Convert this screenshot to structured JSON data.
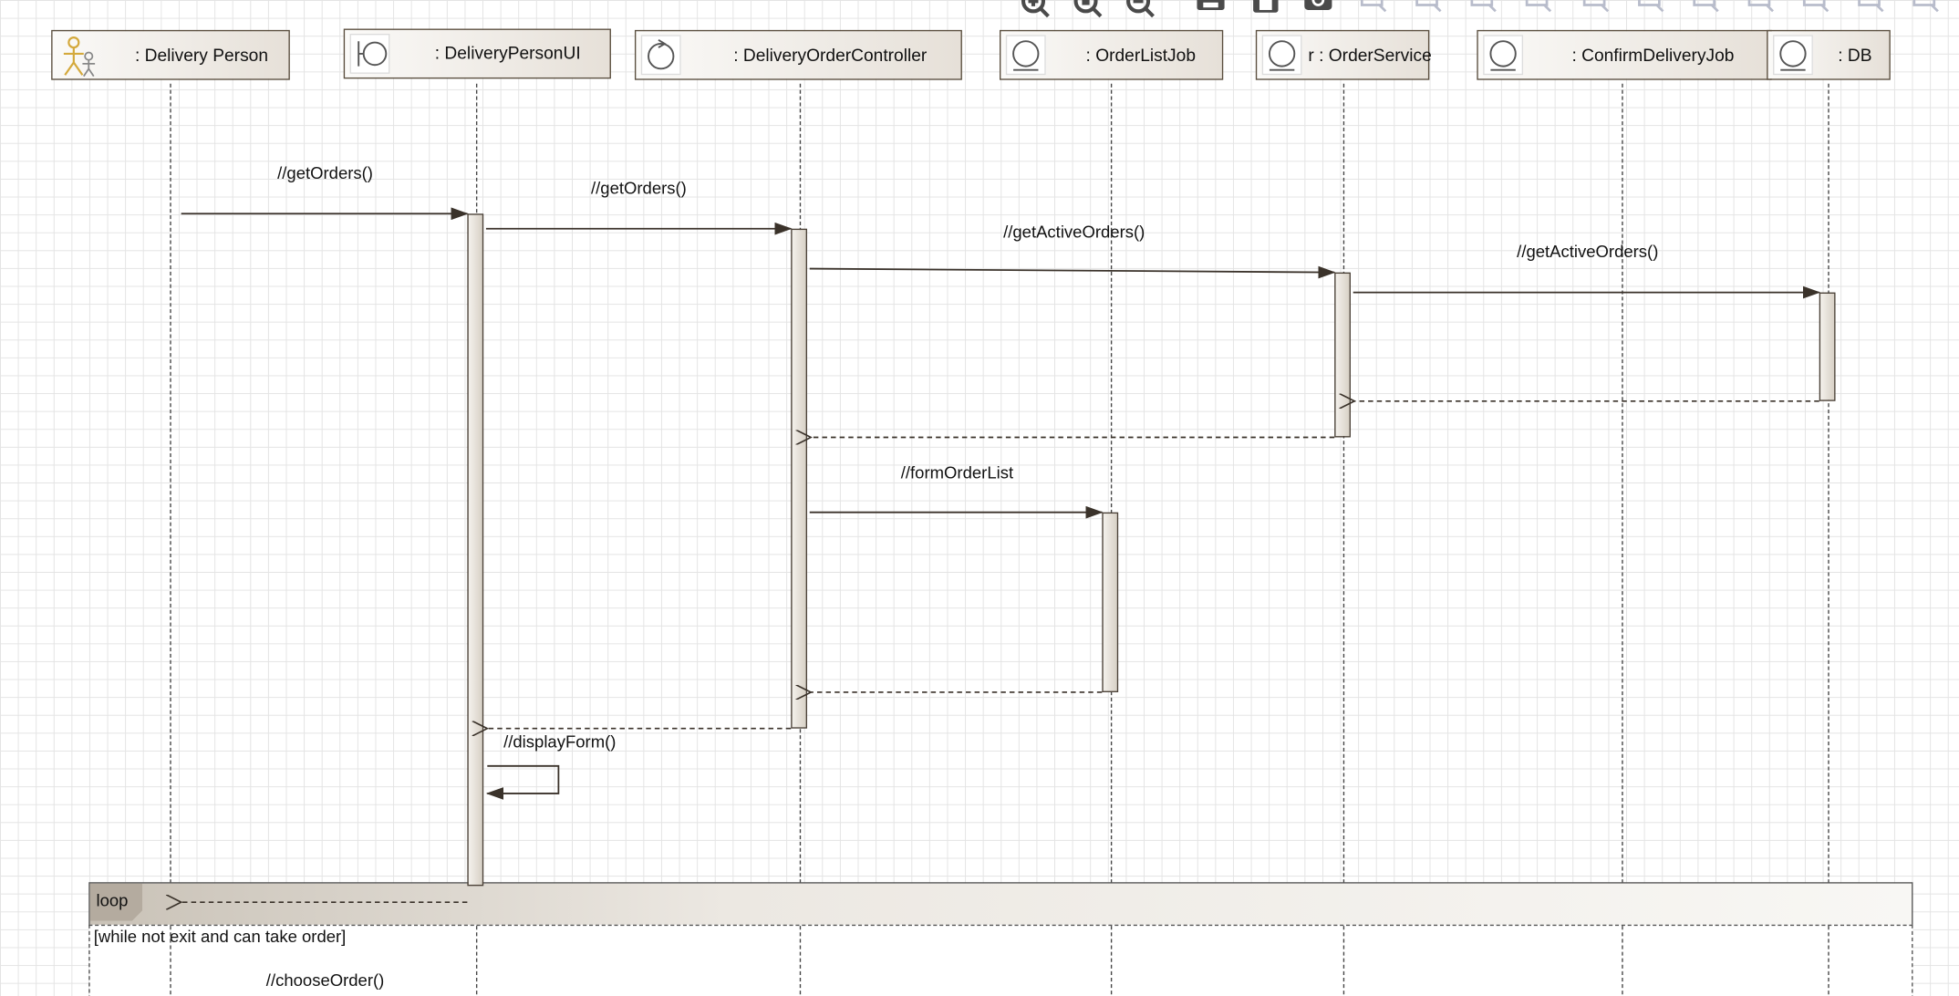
{
  "lifelines": [
    {
      "id": "delivery-person",
      "label": ": Delivery Person",
      "icon": "actor-icon"
    },
    {
      "id": "delivery-person-ui",
      "label": ": DeliveryPersonUI",
      "icon": "boundary-icon"
    },
    {
      "id": "delivery-order-controller",
      "label": ": DeliveryOrderController",
      "icon": "control-icon"
    },
    {
      "id": "order-list-job",
      "label": ": OrderListJob",
      "icon": "entity-icon"
    },
    {
      "id": "order-service",
      "label": "r : OrderService",
      "icon": "entity-icon"
    },
    {
      "id": "confirm-delivery-job",
      "label": ": ConfirmDeliveryJob",
      "icon": "entity-icon"
    },
    {
      "id": "db",
      "label": ": DB",
      "icon": "entity-icon"
    }
  ],
  "messages": [
    {
      "label": "//getOrders()",
      "from": "delivery-person",
      "to": "delivery-person-ui",
      "type": "sync"
    },
    {
      "label": "//getOrders()",
      "from": "delivery-person-ui",
      "to": "delivery-order-controller",
      "type": "sync"
    },
    {
      "label": "//getActiveOrders()",
      "from": "delivery-order-controller",
      "to": "order-service",
      "type": "sync"
    },
    {
      "label": "//getActiveOrders()",
      "from": "order-service",
      "to": "db",
      "type": "sync"
    },
    {
      "label": "",
      "from": "db",
      "to": "order-service",
      "type": "return"
    },
    {
      "label": "",
      "from": "order-service",
      "to": "delivery-order-controller",
      "type": "return"
    },
    {
      "label": "//formOrderList",
      "from": "delivery-order-controller",
      "to": "order-list-job",
      "type": "sync"
    },
    {
      "label": "",
      "from": "order-list-job",
      "to": "delivery-order-controller",
      "type": "return"
    },
    {
      "label": "",
      "from": "delivery-order-controller",
      "to": "delivery-person-ui",
      "type": "return"
    },
    {
      "label": "//displayForm()",
      "from": "delivery-person-ui",
      "to": "delivery-person-ui",
      "type": "self"
    }
  ],
  "loop": {
    "tag": "loop",
    "guard": "[while not exit and can take order]",
    "first_message": "//chooseOrder()"
  },
  "toolbar": {
    "icons": [
      "zoom-in-icon",
      "zoom-fit-icon",
      "zoom-out-icon",
      "print-icon",
      "save-icon",
      "snapshot-icon",
      "resize-icon",
      "align-top-icon",
      "align-left-icon",
      "align-bottom-icon",
      "align-right-icon",
      "align-center-icon",
      "distribute-icon",
      "distribute-vertical-icon",
      "size-icon",
      "frame-icon",
      "edit-icon"
    ]
  },
  "colors": {
    "frame_dark": "#5a4e3e",
    "activation": "#d8d1c6",
    "loop_tag": "#b4ab9f",
    "actor": "#d4a93c"
  }
}
